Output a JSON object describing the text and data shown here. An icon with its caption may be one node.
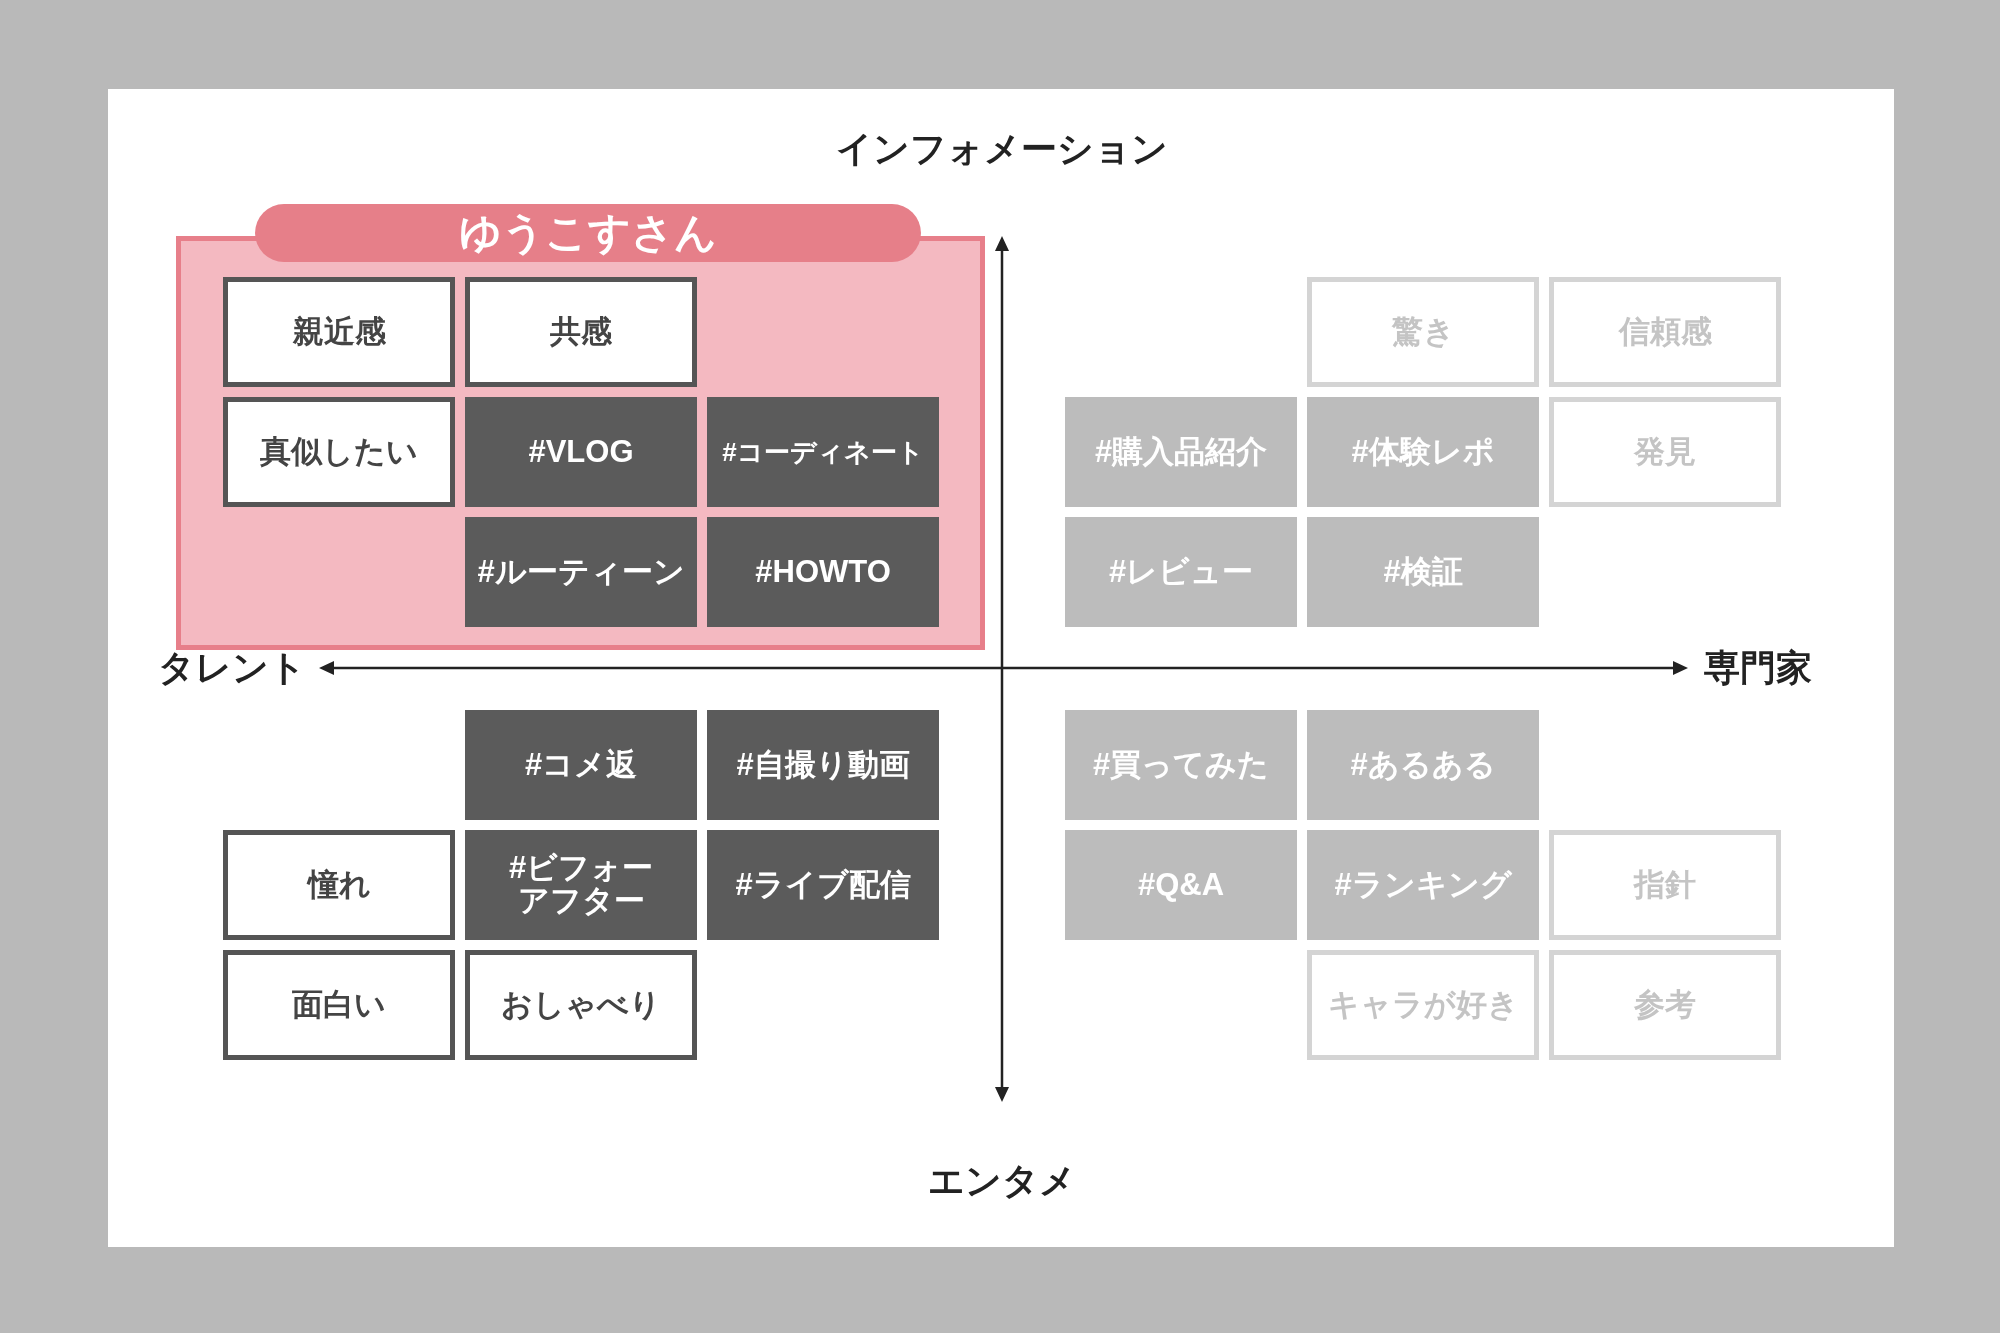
{
  "diagram": {
    "nodes": [
      {
        "text": [
          "ゆうこすさん"
        ]
      },
      {
        "text": [
          "親近感"
        ],
        "in": 0
      },
      {
        "text": [
          "共感"
        ],
        "in": 0
      },
      {
        "text": [
          "真似したい"
        ],
        "in": 0
      },
      {
        "text": [
          "#VLOG"
        ],
        "in": 0
      },
      {
        "text": [
          "#コーディネート"
        ],
        "in": 0
      },
      {
        "text": [
          "#ルーティーン"
        ],
        "in": 0
      },
      {
        "text": [
          "#HOWTO"
        ],
        "in": 0
      },
      {
        "text": [
          "驚き"
        ]
      },
      {
        "text": [
          "信頼感"
        ]
      },
      {
        "text": [
          "#購入品紹介"
        ]
      },
      {
        "text": [
          "#体験レポ"
        ]
      },
      {
        "text": [
          "発見"
        ]
      },
      {
        "text": [
          "#レビュー"
        ]
      },
      {
        "text": [
          "#検証"
        ]
      },
      {
        "text": [
          "#コメ返"
        ]
      },
      {
        "text": [
          "#自撮り動画"
        ]
      },
      {
        "text": [
          "憧れ"
        ]
      },
      {
        "text": [
          "#ビフォーアフター"
        ]
      },
      {
        "text": [
          "#ライブ配信"
        ]
      },
      {
        "text": [
          "面白い"
        ]
      },
      {
        "text": [
          "おしゃべり"
        ]
      },
      {
        "text": [
          "#買ってみた"
        ]
      },
      {
        "text": [
          "#あるある"
        ]
      },
      {
        "text": [
          "#Q&A"
        ]
      },
      {
        "text": [
          "#ランキング"
        ]
      },
      {
        "text": [
          "指針"
        ]
      },
      {
        "text": [
          "キャラが好き"
        ]
      },
      {
        "text": [
          "参考"
        ]
      }
    ],
    "labels": [
      "インフォメーション",
      "タレント",
      "専門家",
      "エンタメ"
    ]
  }
}
